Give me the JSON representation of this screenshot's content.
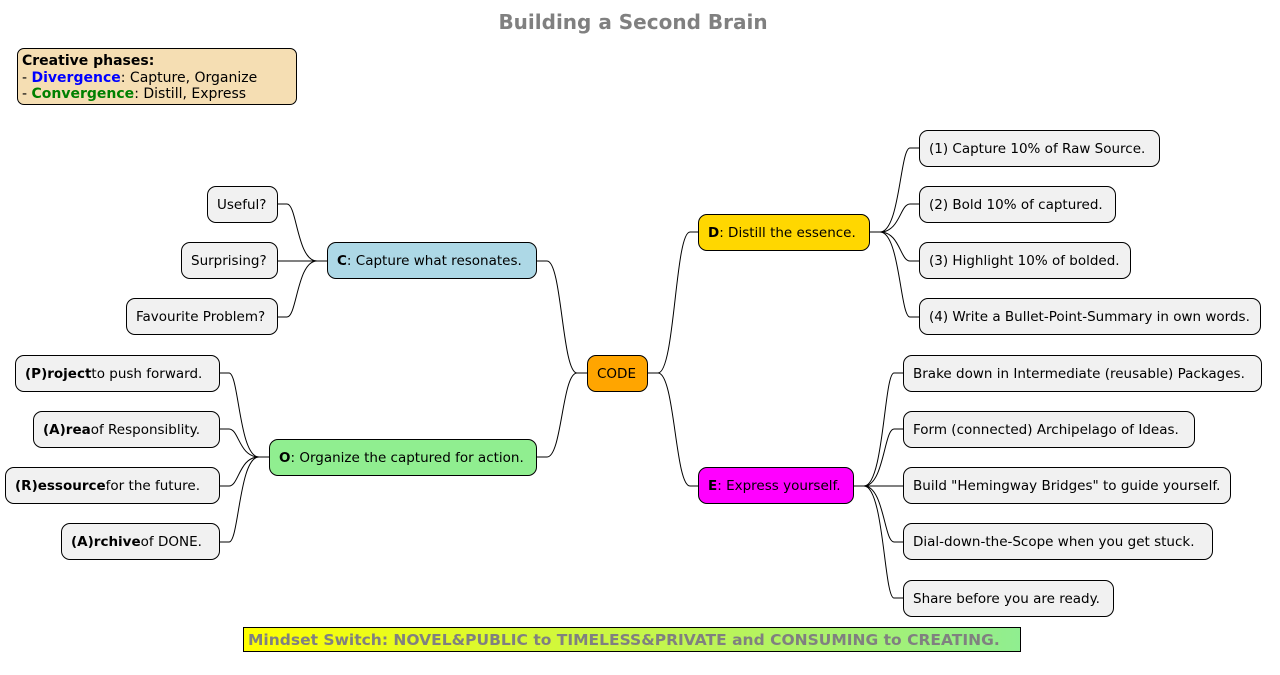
{
  "title": "Building a Second Brain",
  "legend": {
    "heading": "Creative phases:",
    "line1_dash": "- ",
    "line1_key": "Divergence",
    "line1_rest": ": Capture, Organize",
    "line2_dash": "- ",
    "line2_key": "Convergence",
    "line2_rest": ": Distill, Express",
    "divergence_color": "#0000ff",
    "convergence_color": "#008000",
    "background": "#f5deb3"
  },
  "root": {
    "label": "CODE",
    "color": "#ffa500"
  },
  "branches": {
    "c": {
      "key": "C",
      "label": ": Capture what resonates.",
      "color": "#add8e6",
      "children": [
        "Useful?",
        "Surprising?",
        "Favourite Problem?"
      ]
    },
    "o": {
      "key": "O",
      "label": ": Organize the captured for action.",
      "color": "#90ee90",
      "children": [
        {
          "key": "(P)roject",
          "rest": " to push forward."
        },
        {
          "key": "(A)rea",
          "rest": " of Responsiblity."
        },
        {
          "key": "(R)essource",
          "rest": " for the future."
        },
        {
          "key": "(A)rchive",
          "rest": " of DONE."
        }
      ]
    },
    "d": {
      "key": "D",
      "label": ": Distill the essence.",
      "color": "#ffd700",
      "children": [
        "(1) Capture 10% of Raw Source.",
        "(2) Bold 10% of captured.",
        "(3) Highlight 10% of bolded.",
        "(4) Write a Bullet-Point-Summary in own words."
      ]
    },
    "e": {
      "key": "E",
      "label": ": Express yourself.",
      "color": "#ff00ff",
      "children": [
        "Brake down in Intermediate (reusable) Packages.",
        "Form (connected) Archipelago of Ideas.",
        "Build \"Hemingway Bridges\" to guide yourself.",
        "Dial-down-the-Scope when you get stuck.",
        "Share before you are ready."
      ]
    }
  },
  "footer": "Mindset Switch: NOVEL&PUBLIC to TIMELESS&PRIVATE and CONSUMING to CREATING."
}
